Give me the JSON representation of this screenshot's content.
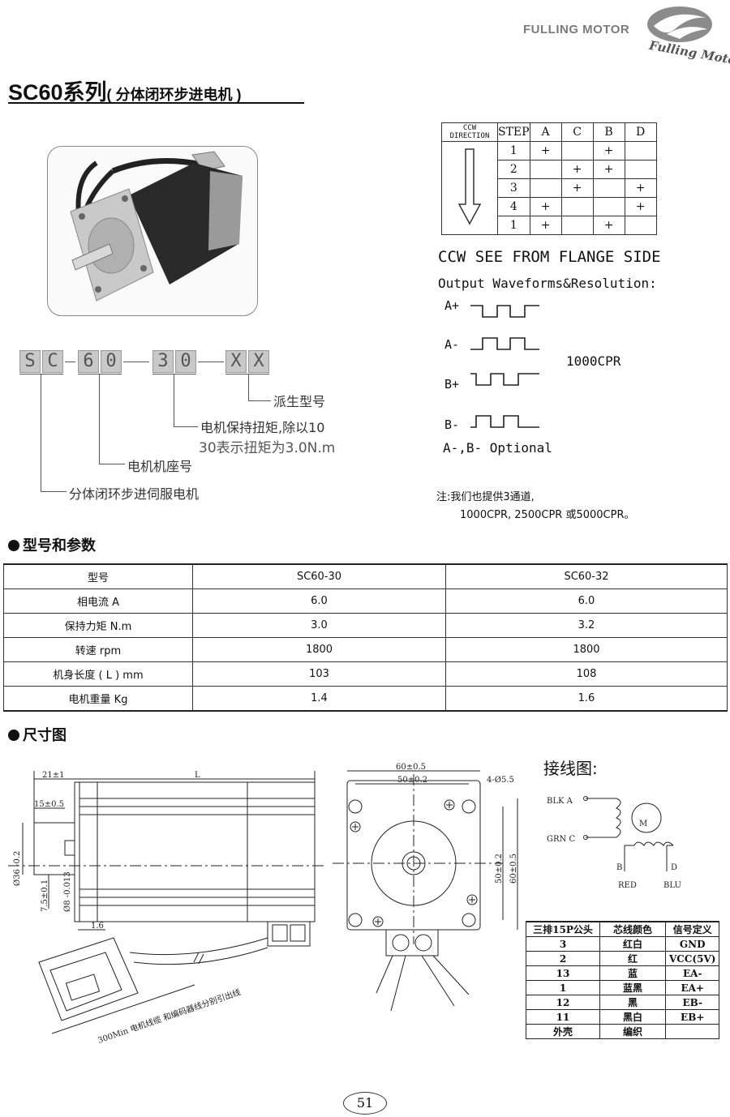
{
  "header": {
    "brand": "FULLING MOTOR",
    "logo_text": "Fulling Motor"
  },
  "title": {
    "main": "SC60系列",
    "sub": "( 分体闭环步进电机 )"
  },
  "model_code": {
    "chars": [
      "S",
      "C",
      "6",
      "0",
      "3",
      "0",
      "X",
      "X"
    ],
    "annotations": {
      "derivative": "派生型号",
      "torque_line1": "电机保持扭矩,除以10",
      "torque_line2": "30表示扭矩为3.0N.m",
      "frame": "电机机座号",
      "series": "分体闭环步进伺服电机"
    }
  },
  "encoder_table": {
    "header": [
      "CCW DIRECTION",
      "STEP",
      "A",
      "C",
      "B",
      "D"
    ],
    "rows": [
      [
        "1",
        "+",
        "",
        "+",
        ""
      ],
      [
        "2",
        "",
        "+",
        "+",
        ""
      ],
      [
        "3",
        "",
        "+",
        "",
        "+"
      ],
      [
        "4",
        "+",
        "",
        "",
        "+"
      ],
      [
        "1",
        "+",
        "",
        "+",
        ""
      ]
    ],
    "caption": "CCW SEE FROM FLANGE SIDE"
  },
  "waveforms": {
    "caption": "Output Waveforms&Resolution:",
    "labels": [
      "A+",
      "A-",
      "B+",
      "B-"
    ],
    "resolution": "1000CPR",
    "optional": "A-,B- Optional"
  },
  "note": {
    "line1": "注:我们也提供3通道,",
    "line2": "1000CPR, 2500CPR 或5000CPR。"
  },
  "section_spec": "型号和参数",
  "spec_table": {
    "header": [
      "型号",
      "SC60-30",
      "SC60-32"
    ],
    "rows": [
      [
        "相电流 A",
        "6.0",
        "6.0"
      ],
      [
        "保持力矩 N.m",
        "3.0",
        "3.2"
      ],
      [
        "转速 rpm",
        "1800",
        "1800"
      ],
      [
        "机身长度 ( L ) mm",
        "103",
        "108"
      ],
      [
        "电机重量 Kg",
        "1.4",
        "1.6"
      ]
    ]
  },
  "section_dim": "尺寸图",
  "dimensions": {
    "d21": "21±1",
    "dL": "L",
    "d15": "15±0.5",
    "d36": "Ø36 -0.2",
    "d75": "7.5±0.1",
    "d8": "Ø8 -0.013",
    "d16": "1.6",
    "cable": "300Min 电机线缆 和编码器线分别引出线",
    "d60": "60±0.5",
    "d50": "50±0.2",
    "holes": "4-Ø5.5",
    "v50": "50±0.2",
    "v60": "60±0.5"
  },
  "wiring": {
    "title": "接线图:",
    "blk": "BLK A",
    "grn": "GRN C",
    "b": "B",
    "d": "D",
    "red": "RED",
    "blu": "BLU",
    "motor": "M",
    "table_header": [
      "三排15P公头",
      "芯线颜色",
      "信号定义"
    ],
    "table_rows": [
      [
        "3",
        "红白",
        "GND"
      ],
      [
        "2",
        "红",
        "VCC(5V)"
      ],
      [
        "13",
        "蓝",
        "EA-"
      ],
      [
        "1",
        "蓝黑",
        "EA+"
      ],
      [
        "12",
        "黑",
        "EB-"
      ],
      [
        "11",
        "黑白",
        "EB+"
      ],
      [
        "外壳",
        "编织",
        ""
      ]
    ]
  },
  "page_number": "51"
}
